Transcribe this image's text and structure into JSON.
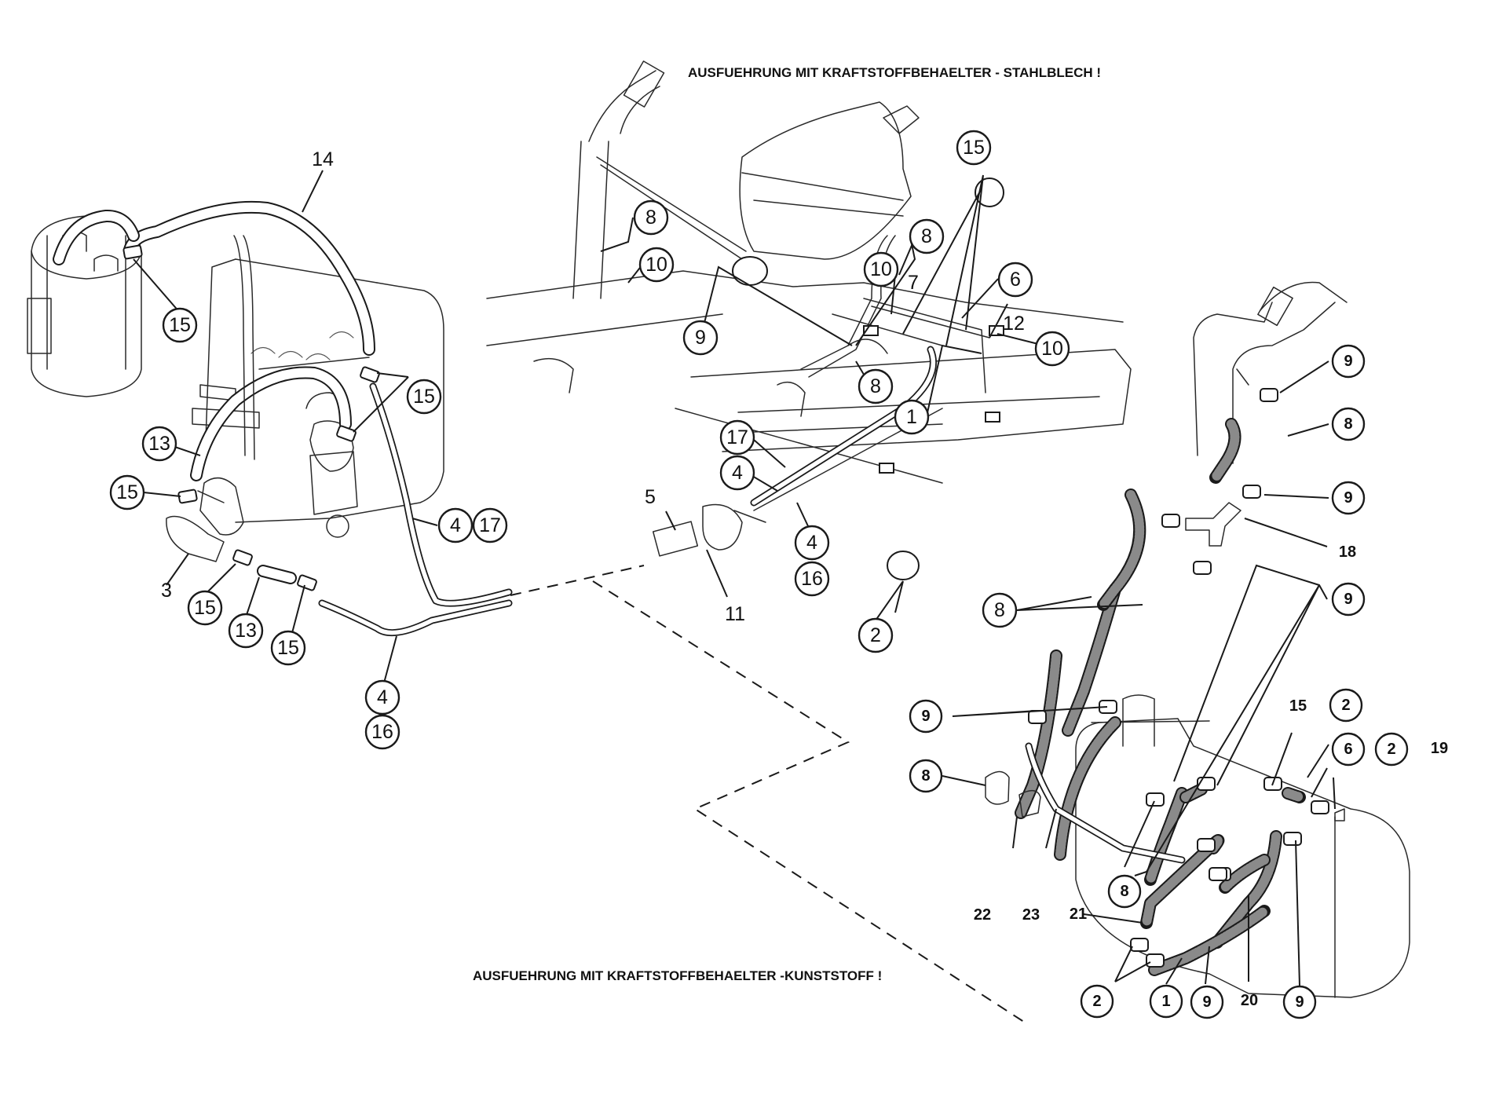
{
  "captions": {
    "steel": "AUSFUEHRUNG MIT KRAFTSTOFFBEHAELTER - STAHLBLECH !",
    "plastic": "AUSFUEHRUNG MIT KRAFTSTOFFBEHAELTER -KUNSTSTOFF !"
  },
  "callouts": [
    {
      "label": "14"
    },
    {
      "label": "15"
    },
    {
      "label": "15"
    },
    {
      "label": "13"
    },
    {
      "label": "15"
    },
    {
      "label": "3"
    },
    {
      "label": "15"
    },
    {
      "label": "13"
    },
    {
      "label": "15"
    },
    {
      "label": "4"
    },
    {
      "label": "17"
    },
    {
      "label": "4"
    },
    {
      "label": "16"
    },
    {
      "label": "8"
    },
    {
      "label": "10"
    },
    {
      "label": "9"
    },
    {
      "label": "8"
    },
    {
      "label": "10"
    },
    {
      "label": "7"
    },
    {
      "label": "8"
    },
    {
      "label": "15"
    },
    {
      "label": "6"
    },
    {
      "label": "12"
    },
    {
      "label": "10"
    },
    {
      "label": "1"
    },
    {
      "label": "17"
    },
    {
      "label": "4"
    },
    {
      "label": "4"
    },
    {
      "label": "16"
    },
    {
      "label": "5"
    },
    {
      "label": "11"
    },
    {
      "label": "2"
    },
    {
      "label": "9"
    },
    {
      "label": "8"
    },
    {
      "label": "9"
    },
    {
      "label": "18"
    },
    {
      "label": "8"
    },
    {
      "label": "9"
    },
    {
      "label": "9"
    },
    {
      "label": "8"
    },
    {
      "label": "15"
    },
    {
      "label": "2"
    },
    {
      "label": "6"
    },
    {
      "label": "2"
    },
    {
      "label": "19"
    },
    {
      "label": "22"
    },
    {
      "label": "23"
    },
    {
      "label": "8"
    },
    {
      "label": "21"
    },
    {
      "label": "2"
    },
    {
      "label": "1"
    },
    {
      "label": "9"
    },
    {
      "label": "20"
    },
    {
      "label": "9"
    }
  ]
}
